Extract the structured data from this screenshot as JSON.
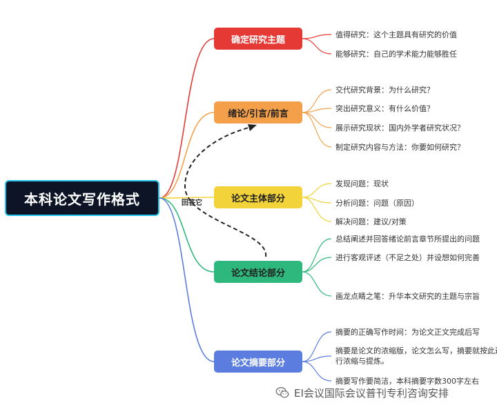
{
  "root": {
    "label": "本科论文写作格式"
  },
  "relation_label": "回答它",
  "branches": [
    {
      "label": "确定研究主题",
      "color": "#e53935",
      "text_dark": false,
      "children": [
        "值得研究：这个主题具有研究的价值",
        "能够研究：自己的学术能力能够胜任"
      ]
    },
    {
      "label": "绪论/引言/前言",
      "color": "#f4a04a",
      "text_dark": true,
      "children": [
        "交代研究背景：为什么研究？",
        "突出研究意义：有什么价值？",
        "展示研究现状：国内外学者研究状况？",
        "制定研究内容与方法：你要如何研究？"
      ]
    },
    {
      "label": "论文主体部分",
      "color": "#f2d33a",
      "text_dark": true,
      "children": [
        "发现问题：现状",
        "分析问题：问题（原因）",
        "解决问题：建议/对策"
      ]
    },
    {
      "label": "论文结论部分",
      "color": "#2fb87e",
      "text_dark": true,
      "children": [
        "总结阐述并回答绪论前言章节所提出的问题",
        "进行客观评述（不足之处）并设想如何完善",
        "画龙点睛之笔：升华本文研究的主题与宗旨"
      ]
    },
    {
      "label": "论文摘要部分",
      "color": "#5b7de0",
      "text_dark": false,
      "children": [
        "摘要的正确写作时间：为论文正文完成后写",
        "摘要是论文的浓缩版，论文怎么写，摘要就按此进行浓缩与提炼。",
        "摘要写作要简洁，本科摘要字数300字左右"
      ]
    }
  ],
  "watermark": {
    "icon": "wechat-icon",
    "text": "EI会议国际会议普刊专利咨询安排"
  }
}
